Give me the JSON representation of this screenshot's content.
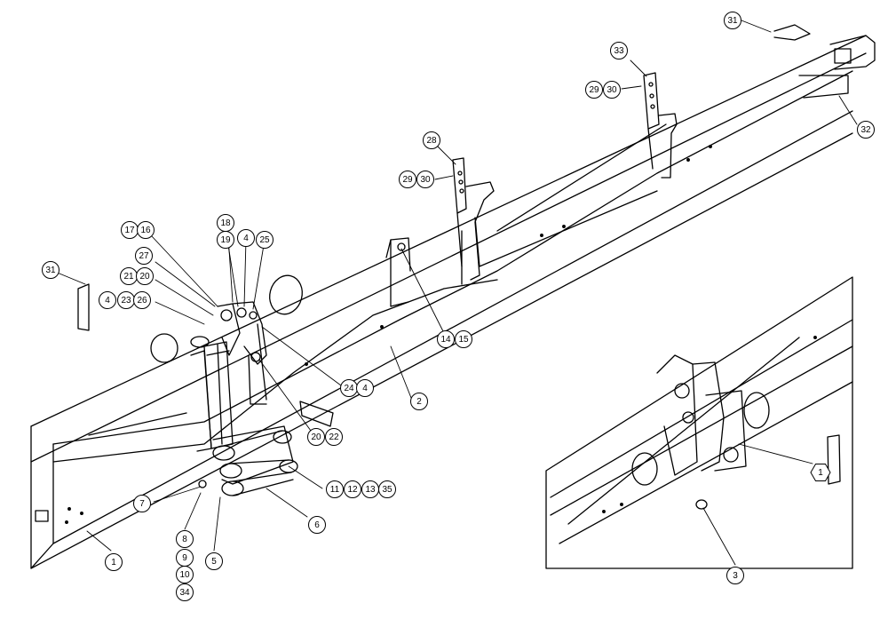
{
  "diagram": {
    "callouts": [
      "31",
      "33",
      "29",
      "30",
      "32",
      "28",
      "29",
      "30",
      "17",
      "16",
      "18",
      "19",
      "4",
      "25",
      "27",
      "31",
      "21",
      "20",
      "4",
      "23",
      "26",
      "14",
      "15",
      "24",
      "4",
      "2",
      "20",
      "22",
      "11",
      "12",
      "13",
      "35",
      "7",
      "6",
      "8",
      "9",
      "10",
      "34",
      "5",
      "1",
      "1",
      "3"
    ]
  }
}
